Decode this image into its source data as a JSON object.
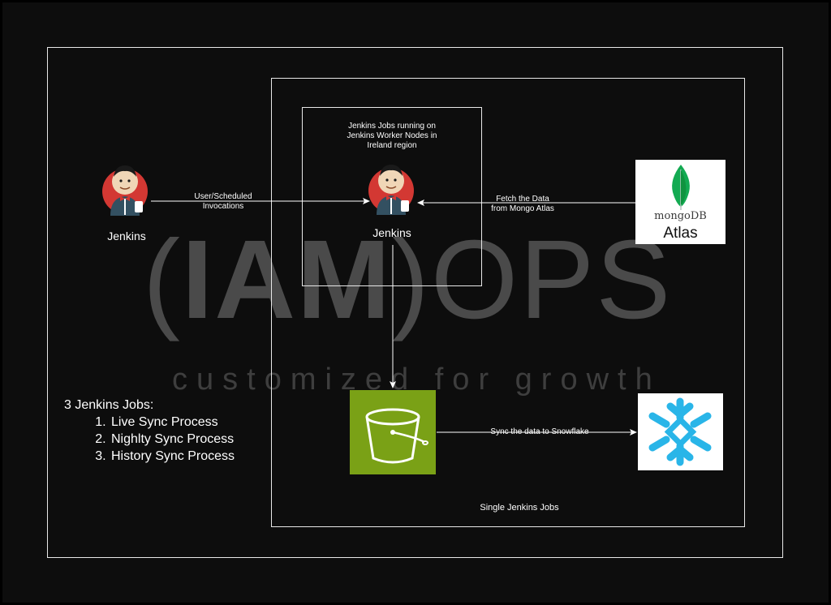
{
  "watermark": {
    "brand_open": "(",
    "brand_bold": "IAM",
    "brand_close": ")OPS",
    "tagline": "customized for growth"
  },
  "nodes": {
    "jenkins_left": {
      "label": "Jenkins",
      "icon": "jenkins-icon"
    },
    "jenkins_center": {
      "label": "Jenkins",
      "icon": "jenkins-icon"
    },
    "jobs_box_caption": [
      "Jenkins Jobs running on",
      "Jenkins Worker Nodes in",
      "Ireland region"
    ],
    "mongodb": {
      "logo_text": "mongoDB",
      "sub_text": "Atlas",
      "icon": "mongodb-leaf-icon"
    },
    "s3_bucket": {
      "icon": "s3-bucket-icon"
    },
    "snowflake": {
      "icon": "snowflake-icon"
    }
  },
  "edges": {
    "invocation": [
      "User/Scheduled",
      "Invocations"
    ],
    "fetch": [
      "Fetch the Data",
      "from Mongo Atlas"
    ],
    "sync": "Sync the data to Snowflake"
  },
  "region_caption": "Single Jenkins Jobs",
  "jobs_list": {
    "title": "3 Jenkins Jobs:",
    "items": [
      "Live Sync Process",
      "Nighlty Sync Process",
      "History Sync Process"
    ]
  },
  "colors": {
    "background": "#0d0d0d",
    "border": "#e8e8e8",
    "s3_green": "#7aa116",
    "snowflake_blue": "#29b5e8",
    "mongo_green": "#13aa52",
    "jenkins_red": "#d33833",
    "watermark": "#4a4a4a"
  }
}
